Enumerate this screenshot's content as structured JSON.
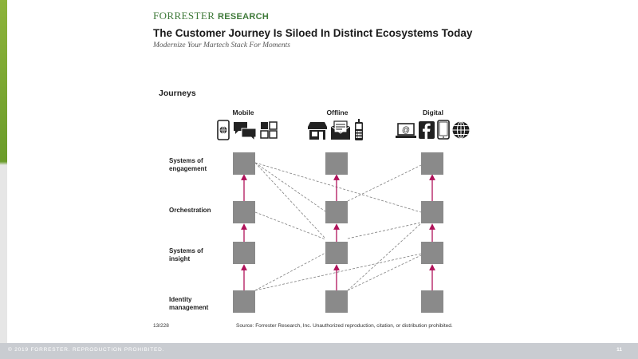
{
  "brand": {
    "name_part1": "Forrester",
    "name_part2": "RESEARCH",
    "accent": "#3f7a3a"
  },
  "header": {
    "title": "The Customer Journey Is Siloed In Distinct Ecosystems Today",
    "subtitle": "Modernize Your Martech Stack For Moments"
  },
  "diagram": {
    "heading": "Journeys",
    "columns": [
      {
        "label": "Mobile",
        "icons": [
          "smartphone-globe-icon",
          "chat-bubbles-icon",
          "app-grid-icon"
        ]
      },
      {
        "label": "Offline",
        "icons": [
          "storefront-icon",
          "mail-envelope-icon",
          "feature-phone-icon"
        ]
      },
      {
        "label": "Digital",
        "icons": [
          "laptop-email-icon",
          "facebook-icon",
          "tablet-icon",
          "globe-icon"
        ]
      }
    ],
    "rows": [
      {
        "line1": "Systems of",
        "line2": "engagement"
      },
      {
        "line1": "Orchestration",
        "line2": ""
      },
      {
        "line1": "Systems of",
        "line2": "insight"
      },
      {
        "line1": "Identity",
        "line2": "management"
      }
    ],
    "colors": {
      "box": "#8a8a8a",
      "arrow": "#b0125a",
      "dashed": "#7f7f7f"
    }
  },
  "footer": {
    "page": "13/228",
    "source": "Source: Forrester Research, Inc. Unauthorized reproduction, citation, or distribution prohibited.",
    "copyright": "© 2019 FORRESTER. REPRODUCTION PROHIBITED.",
    "slide_number": "11"
  }
}
